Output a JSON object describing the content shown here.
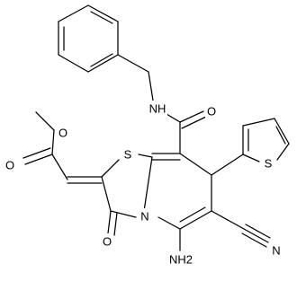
{
  "image_type": "chemical structure diagram",
  "colors": {
    "background": "#ffffff",
    "bonds": "#000000",
    "labels": "#000000"
  },
  "atom_labels": {
    "nh_amide": "NH",
    "o_amide": "O",
    "o_ester_single": "O",
    "o_ester_carbonyl": "O",
    "s_thiazole": "S",
    "n_ring": "N",
    "o_lactam": "O",
    "nh2": "NH2",
    "n_nitrile": "N",
    "s_thiophene": "S"
  }
}
